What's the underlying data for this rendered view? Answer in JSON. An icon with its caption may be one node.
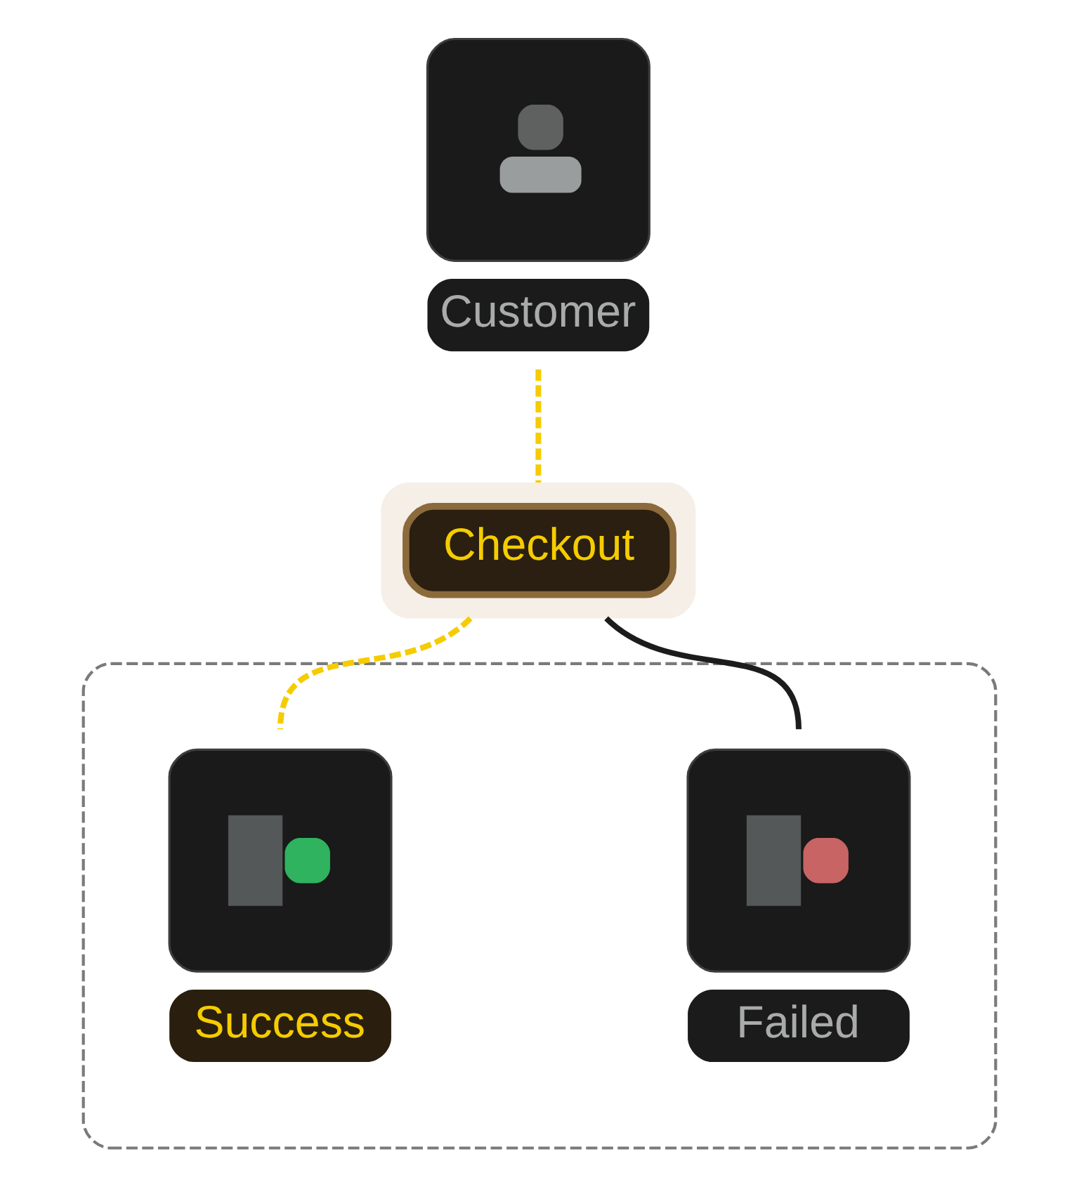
{
  "diagram": {
    "nodes": [
      {
        "text": [
          "Customer"
        ]
      },
      {
        "text": [
          "Checkout"
        ]
      },
      {
        "text": [],
        "shape": "box"
      },
      {
        "text": [
          "Success"
        ],
        "in": 2
      },
      {
        "text": [
          "Failed"
        ],
        "in": 2
      }
    ],
    "edges": [
      {
        "from": 0,
        "to": 1,
        "arrow": "none",
        "style": "dashed"
      },
      {
        "from": 1,
        "to": 3,
        "arrow": "none",
        "style": "dashed"
      },
      {
        "from": 1,
        "to": 4,
        "arrow": "none",
        "color": "#1c1c1c"
      }
    ]
  }
}
